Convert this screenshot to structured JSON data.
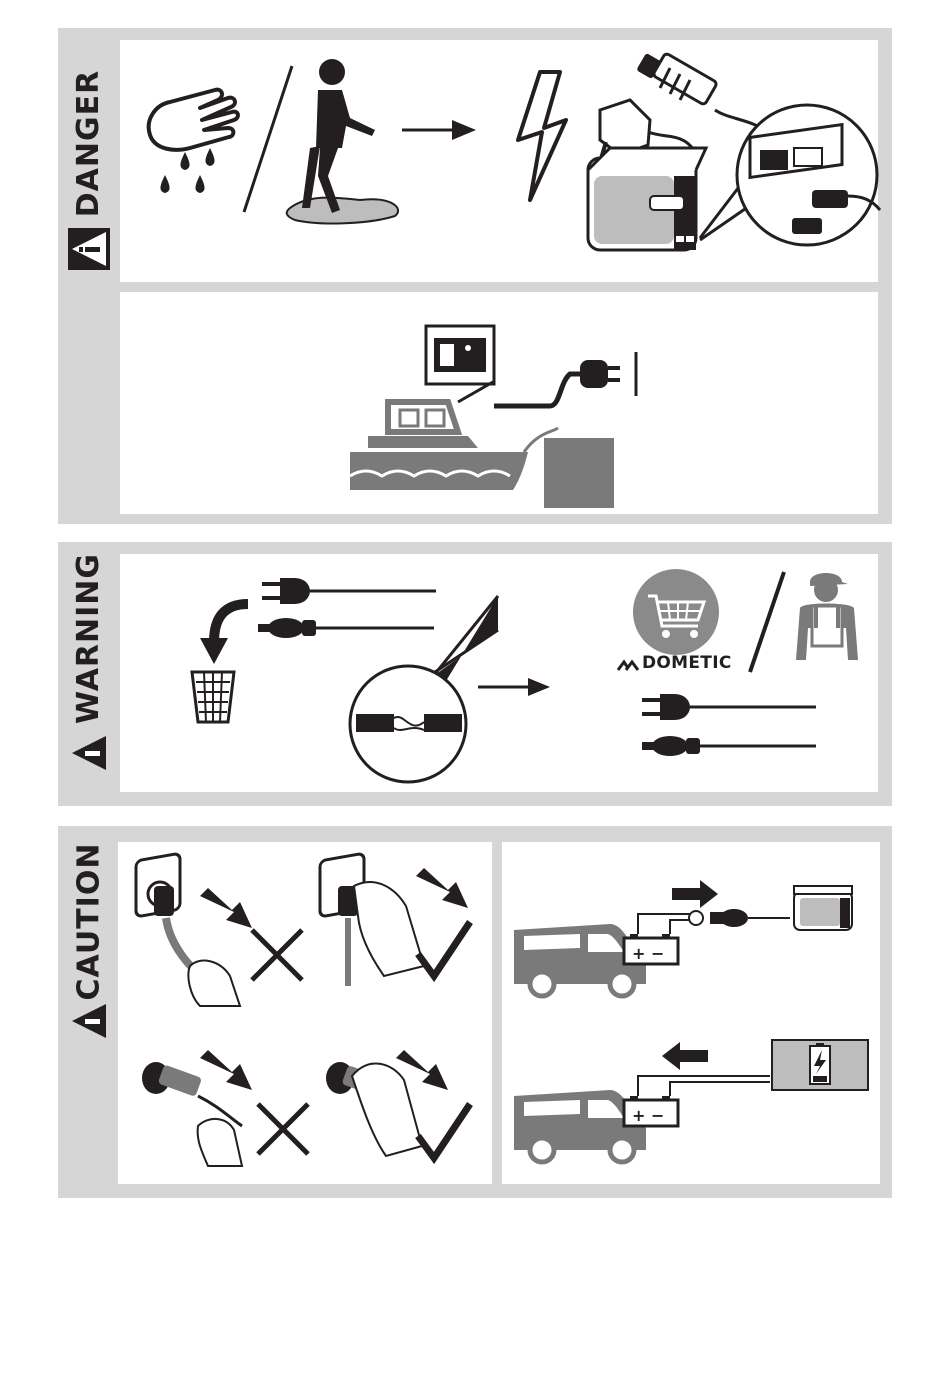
{
  "sections": {
    "danger": {
      "label": "DANGER"
    },
    "warning": {
      "label": "WARNING"
    },
    "caution": {
      "label": "CAUTION"
    }
  },
  "brand": {
    "name": "DOMETIC"
  },
  "colors": {
    "panel_bg": "#d6d6d6",
    "ink": "#231f20",
    "grey": "#7a7a7a"
  },
  "icons": [
    "warning-triangle-icon",
    "wet-hand-icon",
    "person-in-water-icon",
    "arrow-right-icon",
    "lightning-bolt-icon",
    "mains-plug-icon",
    "car-plug-icon",
    "cooler-box-icon",
    "boat-icon",
    "shore-power-icon",
    "trash-bin-icon",
    "damaged-cable-icon",
    "shopping-cart-icon",
    "service-technician-icon",
    "van-icon",
    "battery-icon",
    "charger-icon",
    "check-mark-icon",
    "cross-mark-icon"
  ]
}
